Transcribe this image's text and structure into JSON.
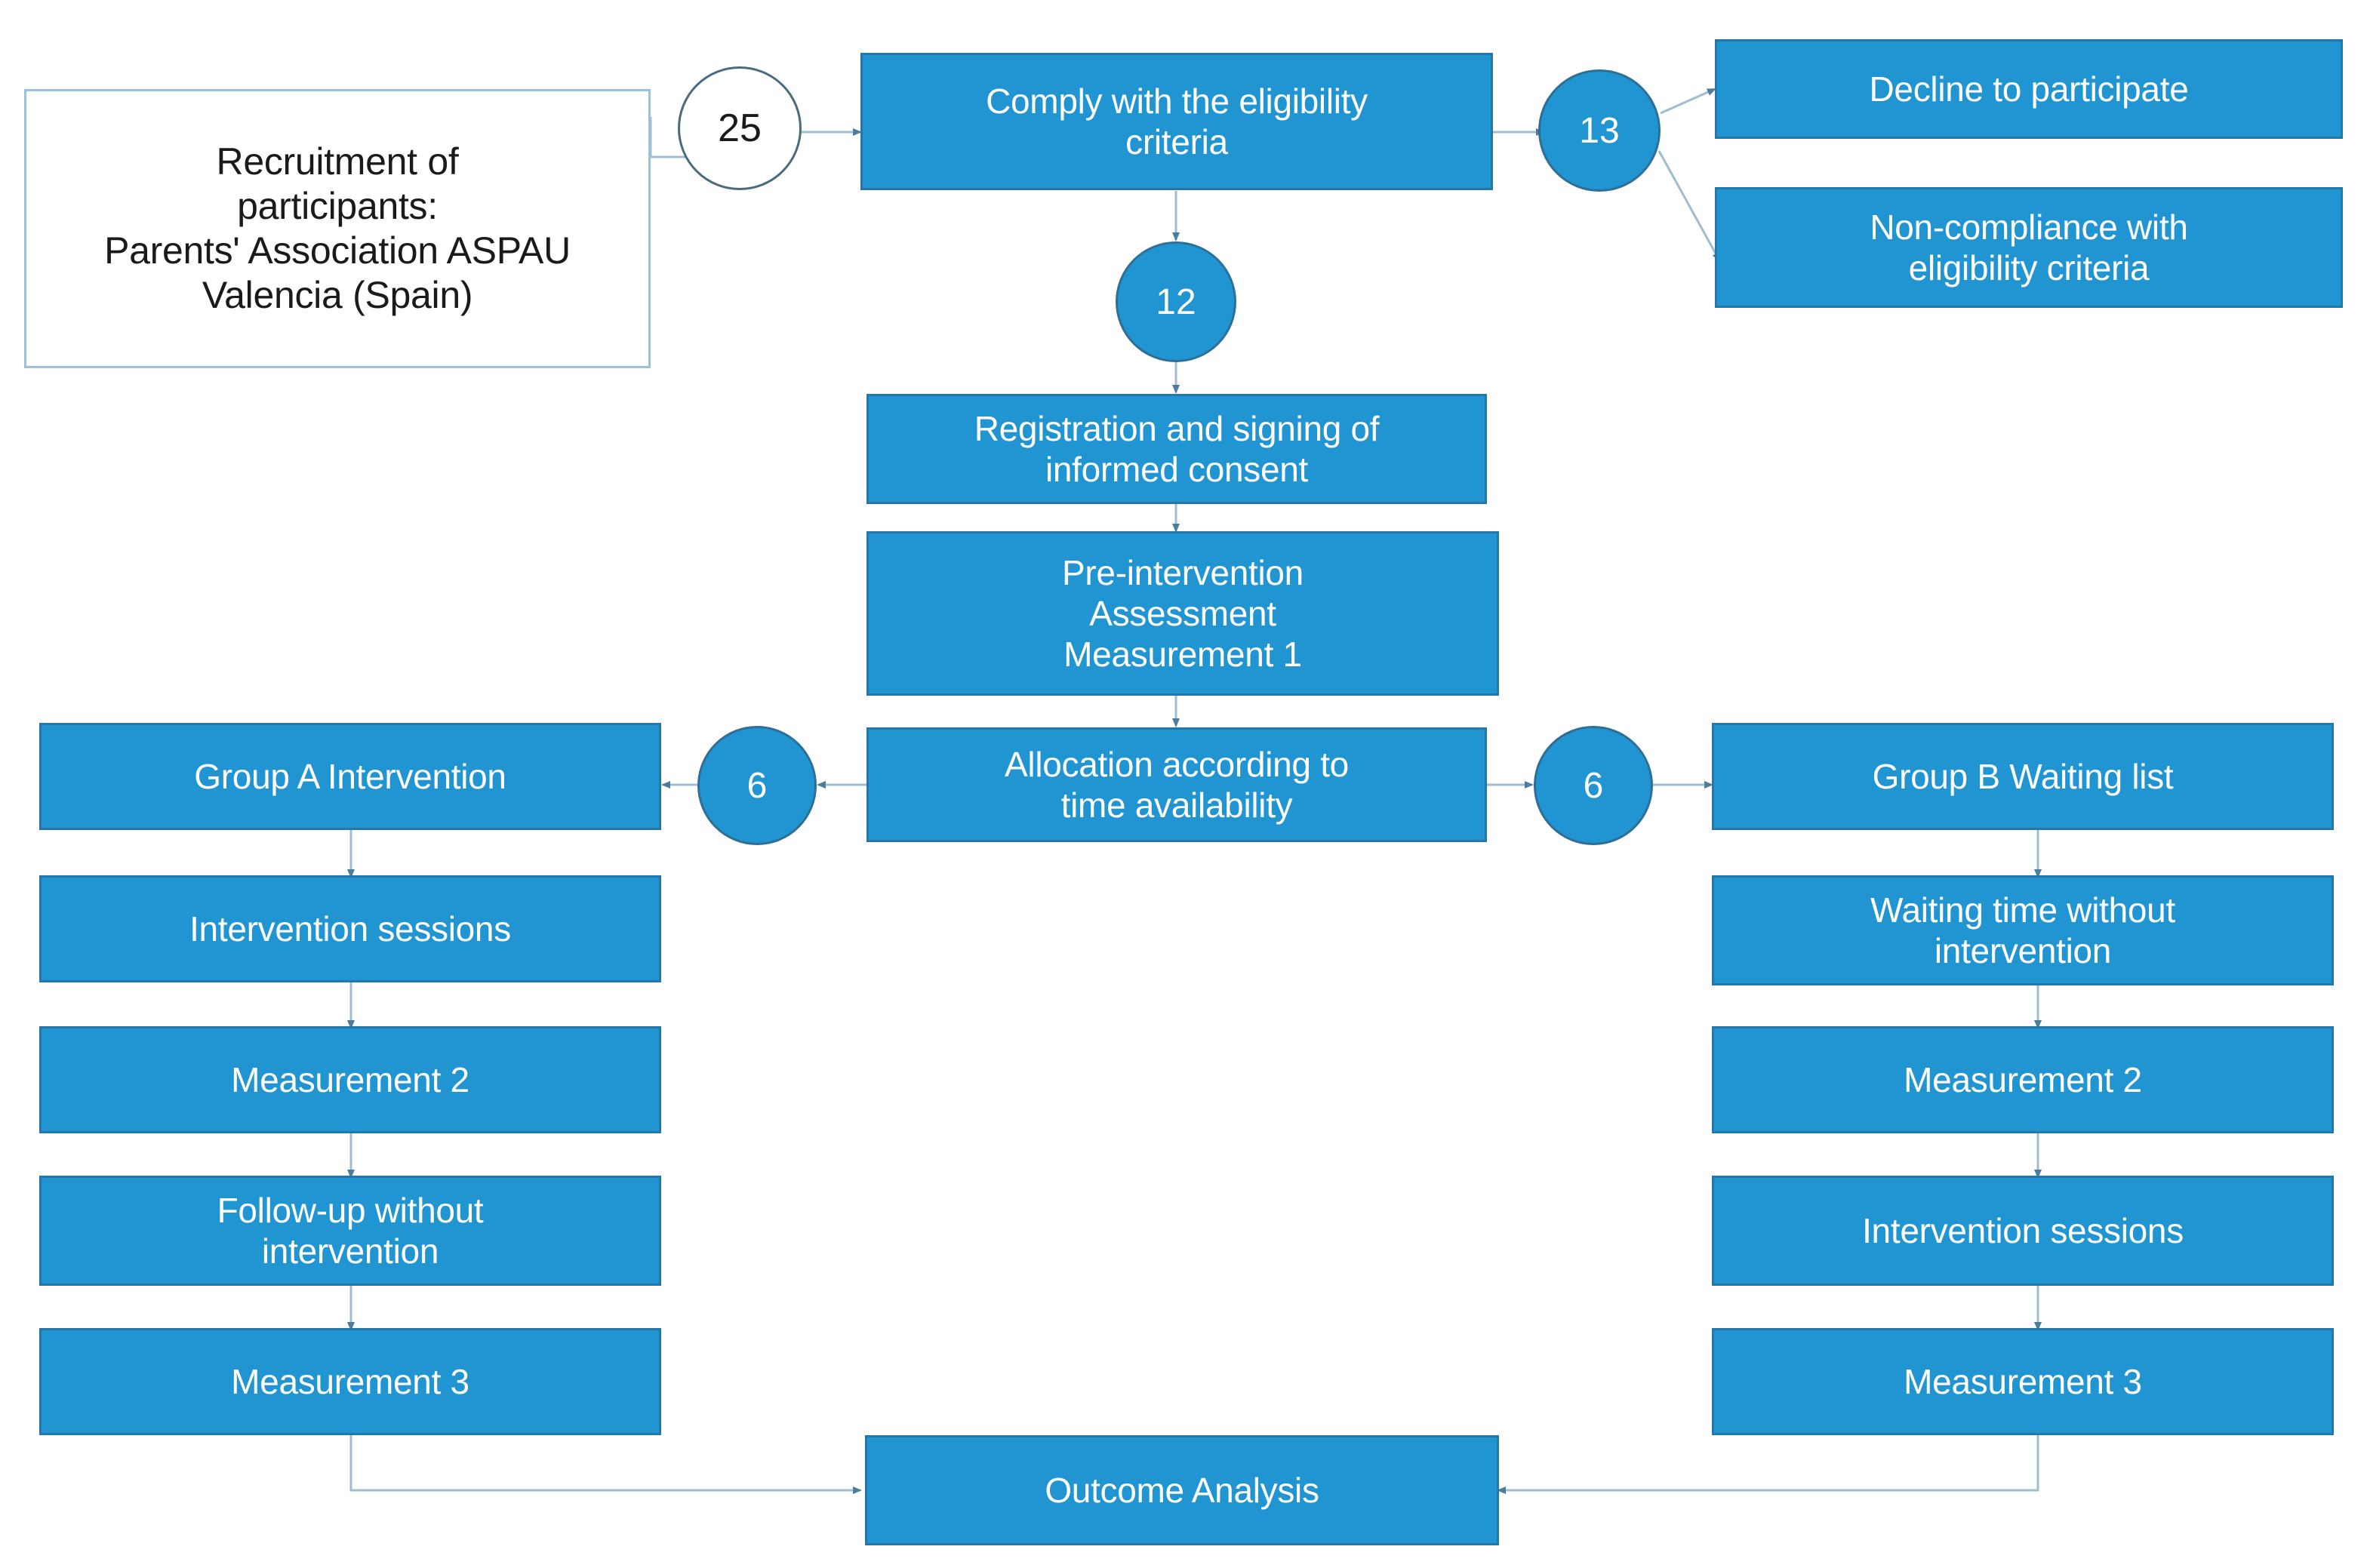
{
  "diagram": {
    "title": "Study flow diagram - recruitment, allocation and measurement",
    "colors": {
      "node_fill": "#2095D2",
      "node_border": "#2577A8",
      "plain_border": "#9BC2DC",
      "connector": "#9FBDD0",
      "arrow_blue": "#2E86C1",
      "text_on_fill": "#FFFFFF",
      "text_on_plain": "#1A1A1A",
      "background": "#FFFFFF"
    },
    "nodes": {
      "recruitment": "Recruitment of\nparticipants:\nParents' Association ASPAU\nValencia (Spain)",
      "eligibility": "Comply with the eligibility\ncriteria",
      "decline": "Decline to participate",
      "non_compliance": "Non-compliance with\neligibility criteria",
      "registration": "Registration and signing of\ninformed consent",
      "pre_assessment": "Pre-intervention\nAssessment\nMeasurement 1",
      "allocation": "Allocation according to\ntime availability",
      "group_a_title": "Group A Intervention",
      "group_a_sessions": "Intervention sessions",
      "group_a_m2": "Measurement 2",
      "group_a_followup": "Follow-up without\nintervention",
      "group_a_m3": "Measurement 3",
      "group_b_title": "Group B Waiting list",
      "group_b_waiting": "Waiting time without\nintervention",
      "group_b_m2": "Measurement 2",
      "group_b_sessions": "Intervention sessions",
      "group_b_m3": "Measurement 3",
      "outcome": "Outcome Analysis"
    },
    "counts": {
      "screened": "25",
      "excluded": "13",
      "enrolled": "12",
      "group_a": "6",
      "group_b": "6"
    }
  }
}
